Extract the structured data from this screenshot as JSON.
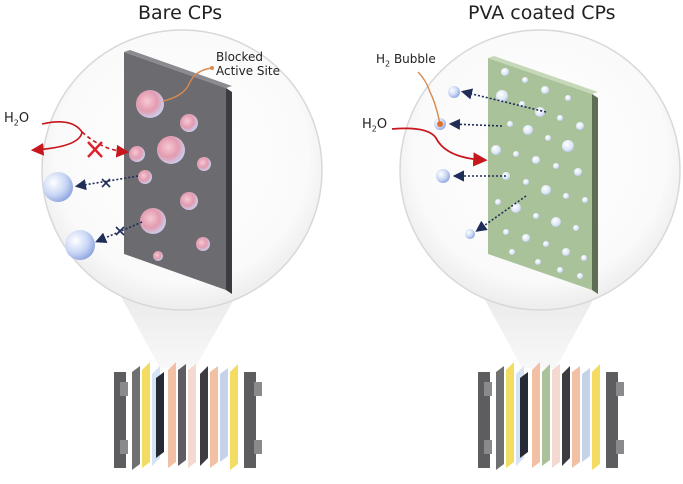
{
  "left_panel": {
    "title": "Bare CPs",
    "water_label": "H",
    "water_sub": "2",
    "water_tail": "O",
    "site_label_line1": "Blocked",
    "site_label_line2": "Active Site"
  },
  "right_panel": {
    "title": "PVA coated CPs",
    "water_label": "H",
    "water_sub": "2",
    "water_tail": "O",
    "bubble_label_h": "H",
    "bubble_label_sub": "2",
    "bubble_label_tail": " Bubble"
  },
  "colors": {
    "bare_plate": "#6b6b70",
    "coated_plate": "#a9c29a",
    "arrow_red": "#c8161d",
    "bubble_blue": "#b9c8f0",
    "blocked_pink": "#e9a5b5"
  }
}
